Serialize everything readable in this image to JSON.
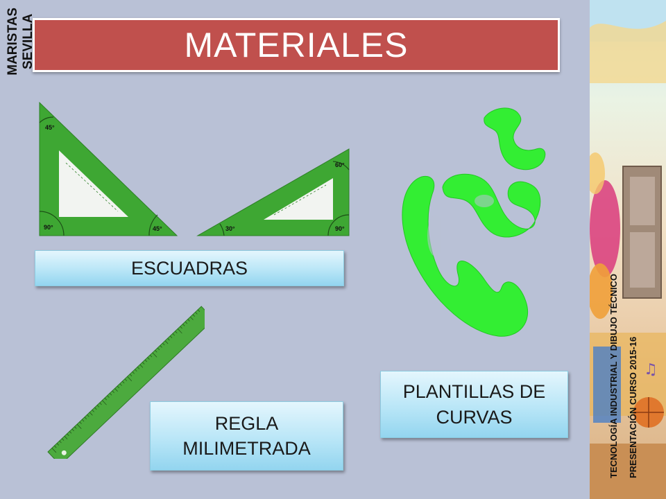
{
  "slide": {
    "title": "MATERIALES",
    "labels": {
      "escuadras": "ESCUADRAS",
      "regla_line1": "REGLA",
      "regla_line2": "MILIMETRADA",
      "plantillas_line1": "PLANTILLAS DE",
      "plantillas_line2": "CURVAS"
    },
    "triangle_marks": {
      "left_top": "45°",
      "left_bottom_left": "90°",
      "left_bottom_right": "45°",
      "right_top": "60°",
      "right_bottom_left": "30°",
      "right_bottom_right": "90°"
    }
  },
  "sidebar": {
    "brand_line1": "MARISTAS",
    "brand_line2": "SEVILLA",
    "footer_line1": "TECNOLOGÍA INDUSTRIAL Y DIBUJO TÉCNICO",
    "footer_line2": "PRESENTACIÓN CURSO 2015-16"
  },
  "colors": {
    "background": "#b9c1d6",
    "title_bar": "#c0504d",
    "tool_green": "#3fa535",
    "curve_green": "#33ee33",
    "label_blue": "#b9e6f7"
  }
}
